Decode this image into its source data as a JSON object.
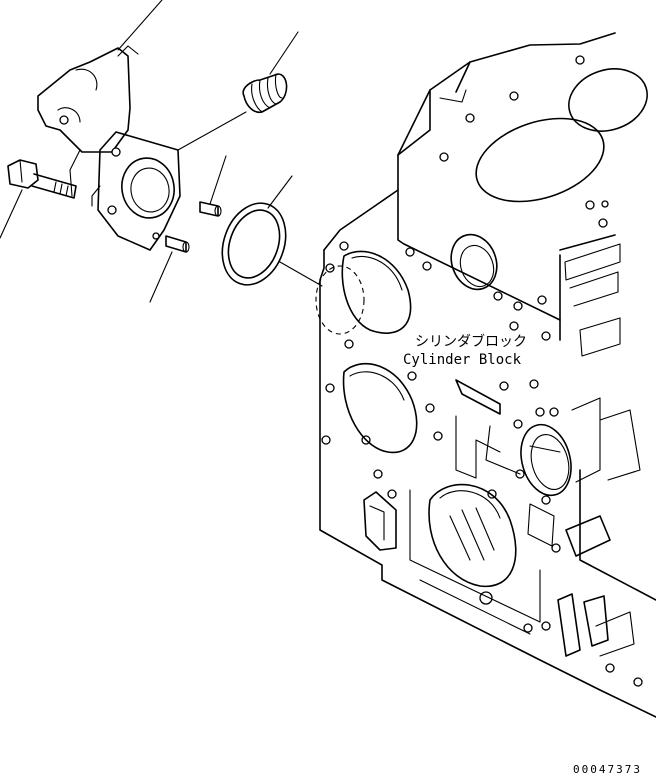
{
  "labels": {
    "part_name_jp": "シリンダブロック",
    "part_name_en": "Cylinder Block"
  },
  "drawing_code": "00047373"
}
